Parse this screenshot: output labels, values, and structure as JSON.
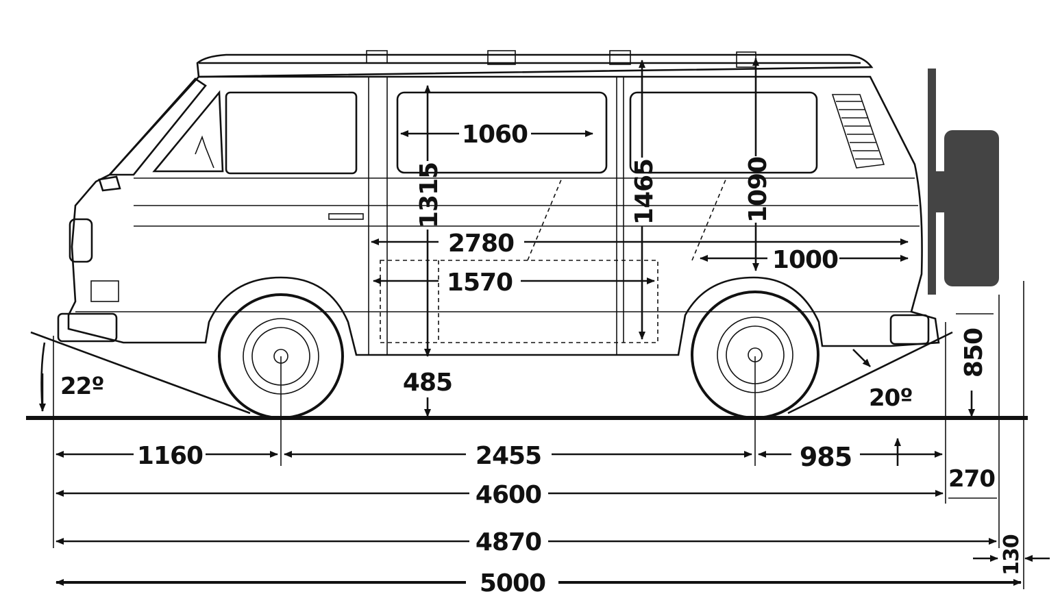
{
  "dimensions": {
    "window_width": "1060",
    "interior_height": "1315",
    "overall_height": "1465",
    "rear_height": "1090",
    "cargo_length": "2780",
    "door_width": "1570",
    "rear_length": "1000",
    "ground_clearance": "485",
    "approach_angle": "22º",
    "departure_angle": "20º",
    "rear_height_low": "850",
    "front_overhang": "1160",
    "wheelbase": "2455",
    "rear_overhang": "985",
    "hitch_length": "270",
    "length_body": "4600",
    "length_with_hitch": "4870",
    "spare_depth": "130",
    "length_total": "5000"
  },
  "colors": {
    "ink": "#111111",
    "paper": "#ffffff",
    "spare_wheel": "#444444"
  }
}
